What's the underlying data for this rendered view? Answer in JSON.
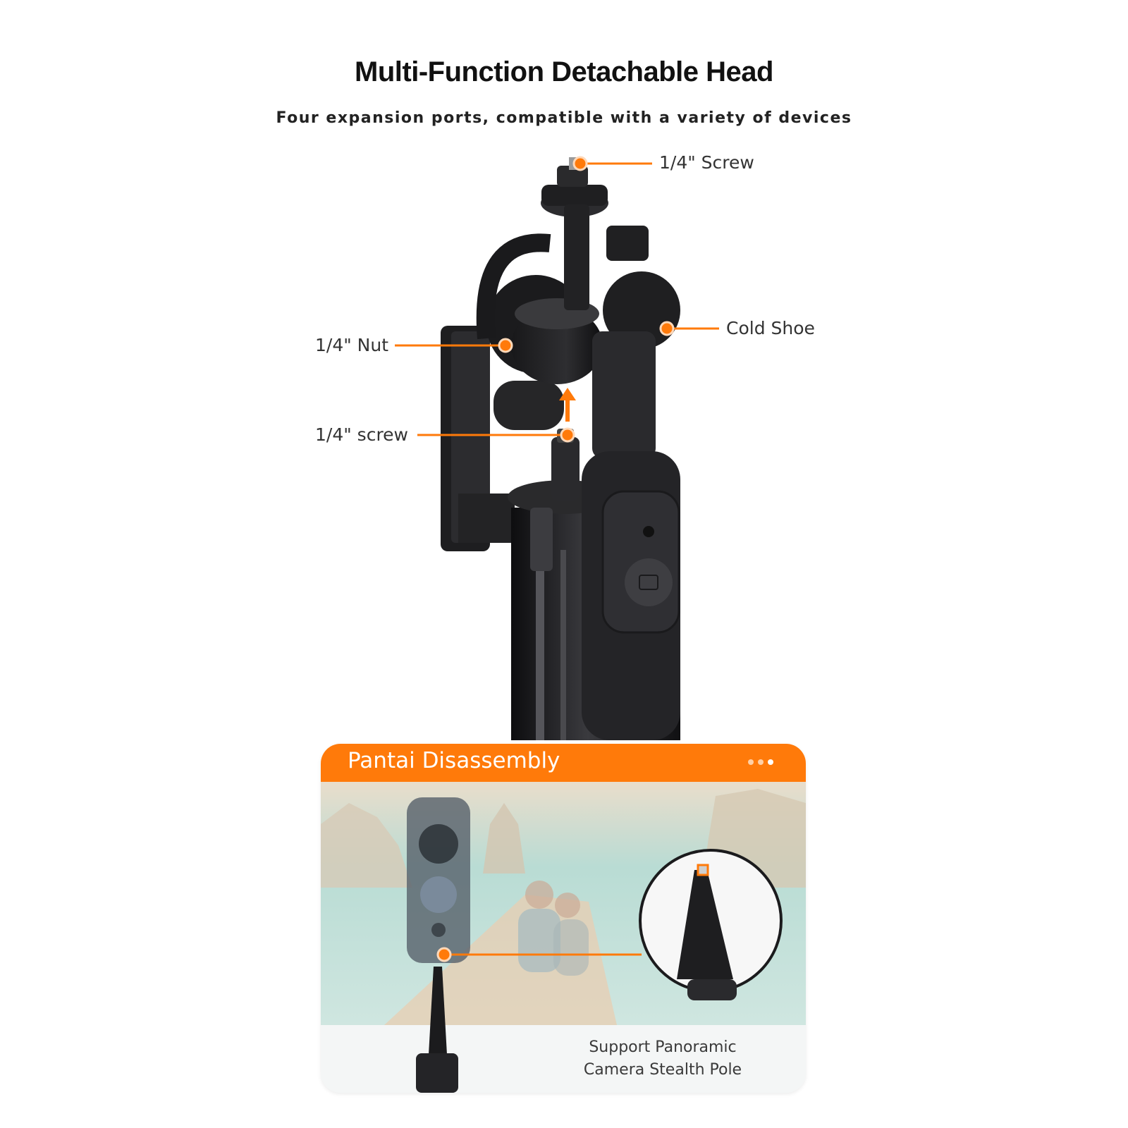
{
  "header": {
    "title": "Multi-Function Detachable Head",
    "subtitle": "Four expansion ports, compatible with a variety of devices"
  },
  "callouts": {
    "top_screw": "1/4\" Screw",
    "cold_shoe": "Cold Shoe",
    "nut": "1/4\" Nut",
    "lower_screw": "1/4\" screw"
  },
  "card": {
    "title": "Pantai Disassembly",
    "caption_line1": "Support Panoramic",
    "caption_line2": "Camera Stealth Pole"
  },
  "colors": {
    "accent": "#ff7a0a",
    "product": "#1c1c1e",
    "text": "#333333"
  },
  "icons": [
    "power-icon",
    "camera-icon",
    "pagination-dots"
  ]
}
